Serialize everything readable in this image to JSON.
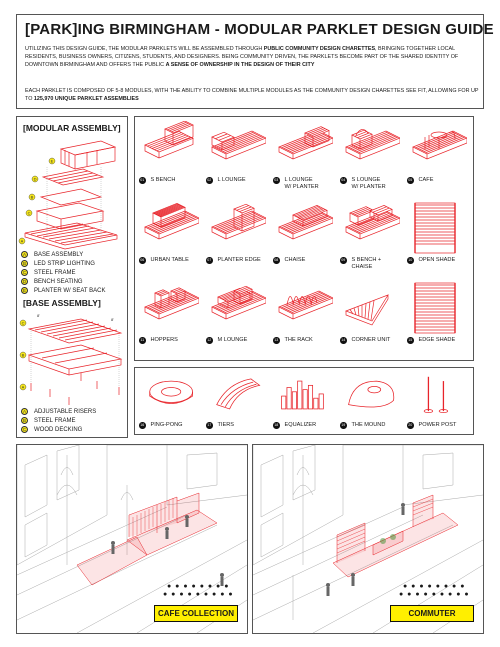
{
  "header": {
    "title": "[PARK]ING BIRMINGHAM - MODULAR PARKLET DESIGN GUIDE",
    "p1_a": "Utilizing this design guide, the modular parklets will be assembled through ",
    "p1_b": "public community design charettes",
    "p1_c": ", bringing together local residents, business owners, citizens, students, and designers. Being community driven, the parklets become part of the shared identity of downtown Birmingham and offers the public ",
    "p1_d": "a sense of ownership in the design of their city",
    "p2_a": "Each parklet is composed of 5-8 modules, with the ability to combine multiple modules as the community design charettes see fit, allowing for up to ",
    "p2_b": "125,970 unique parklet assemblies"
  },
  "modular_assembly": {
    "title": "[MODULAR ASSEMBLY]",
    "legend": [
      {
        "key": "A",
        "label": "BASE ASSEMBLY"
      },
      {
        "key": "B",
        "label": "LED STRIP LIGHTING"
      },
      {
        "key": "C",
        "label": "STEEL FRAME"
      },
      {
        "key": "D",
        "label": "BENCH SEATING"
      },
      {
        "key": "E",
        "label": "PLANTER W/ SEAT BACK"
      }
    ]
  },
  "base_assembly": {
    "title": "[BASE ASSEMBLY]",
    "legend": [
      {
        "key": "A",
        "label": "ADJUSTABLE RISERS"
      },
      {
        "key": "B",
        "label": "STEEL FRAME"
      },
      {
        "key": "C",
        "label": "WOOD DECKING"
      }
    ]
  },
  "modules": [
    {
      "num": "01",
      "line1": "S BENCH",
      "line2": "",
      "icon": "s-bench"
    },
    {
      "num": "02",
      "line1": "L LOUNGE",
      "line2": "",
      "icon": "l-lounge"
    },
    {
      "num": "03",
      "line1": "L LOUNGE",
      "line2": "W/ PLANTER",
      "icon": "l-lounge-planter"
    },
    {
      "num": "04",
      "line1": "S LOUNGE",
      "line2": "W/ PLANTER",
      "icon": "s-lounge-planter"
    },
    {
      "num": "05",
      "line1": "CAFE",
      "line2": "",
      "icon": "cafe"
    },
    {
      "num": "06",
      "line1": "URBAN TABLE",
      "line2": "",
      "icon": "urban-table"
    },
    {
      "num": "07",
      "line1": "PLANTER EDGE",
      "line2": "",
      "icon": "planter-edge"
    },
    {
      "num": "08",
      "line1": "CHAISE",
      "line2": "",
      "icon": "chaise"
    },
    {
      "num": "09",
      "line1": "S BENCH +",
      "line2": "CHAISE",
      "icon": "s-bench-chaise"
    },
    {
      "num": "10",
      "line1": "OPEN SHADE",
      "line2": "",
      "icon": "open-shade"
    },
    {
      "num": "11",
      "line1": "HOPPERS",
      "line2": "",
      "icon": "hoppers"
    },
    {
      "num": "12",
      "line1": "M LOUNGE",
      "line2": "",
      "icon": "m-lounge"
    },
    {
      "num": "13",
      "line1": "THE RACK",
      "line2": "",
      "icon": "the-rack"
    },
    {
      "num": "14",
      "line1": "CORNER UNIT",
      "line2": "",
      "icon": "corner-unit"
    },
    {
      "num": "15",
      "line1": "EDGE SHADE",
      "line2": "",
      "icon": "edge-shade"
    }
  ],
  "elements": [
    {
      "num": "16",
      "label": "PING-PONG",
      "icon": "ping-pong"
    },
    {
      "num": "17",
      "label": "TIERS",
      "icon": "tiers"
    },
    {
      "num": "18",
      "label": "EQUALIZER",
      "icon": "equalizer"
    },
    {
      "num": "19",
      "label": "THE MOUND",
      "icon": "the-mound"
    },
    {
      "num": "20",
      "label": "POWER POST",
      "icon": "power-post"
    }
  ],
  "renders": [
    {
      "label": "CAFE COLLECTION",
      "dots_row1": "● ● ● ● ● ● ● ●",
      "dots_row2": "● ● ● ● ● ● ● ● ●"
    },
    {
      "label": "COMMUTER",
      "dots_row1": "● ● ● ● ● ● ● ●",
      "dots_row2": "● ● ● ● ● ● ● ● ●"
    }
  ],
  "colors": {
    "accent_red": "#e8242a",
    "tag_yellow": "#ffef00",
    "dot_yellow": "#f5e61a"
  }
}
